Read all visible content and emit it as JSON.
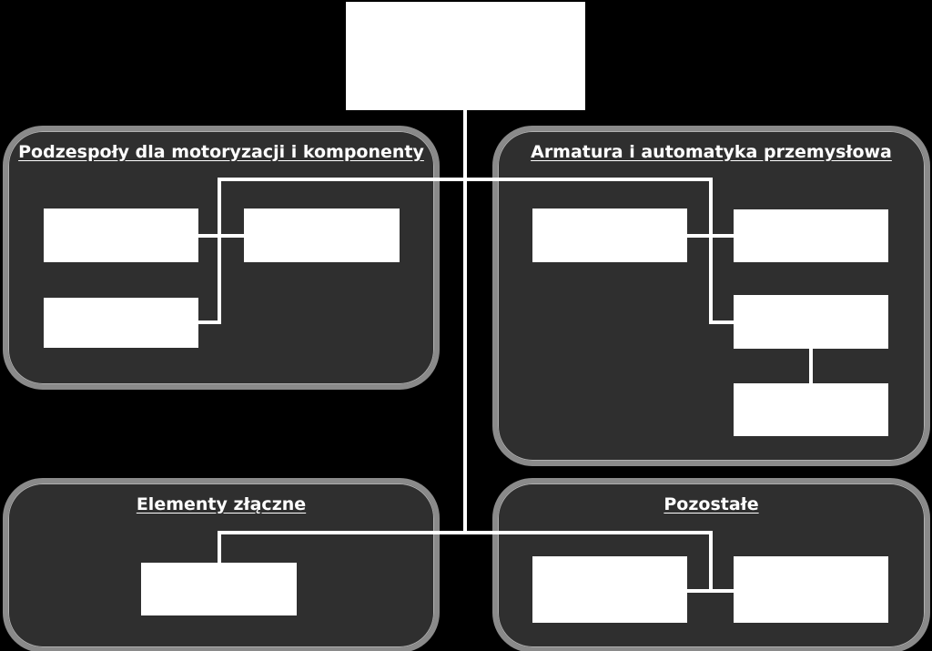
{
  "diagram": {
    "colors": {
      "background": "#000000",
      "panel_fill": "#2f2f2f",
      "panel_border": "#8a8a8a",
      "box_fill": "#ffffff",
      "connector": "#ffffff",
      "title_text": "#ffffff"
    },
    "panels": {
      "automotive": {
        "title": "Podzespoły dla motoryzacji i komponenty"
      },
      "industrial": {
        "title": "Armatura i automatyka przemysłowa"
      },
      "fasteners": {
        "title": "Elementy złączne"
      },
      "other": {
        "title": "Pozostałe"
      }
    }
  }
}
